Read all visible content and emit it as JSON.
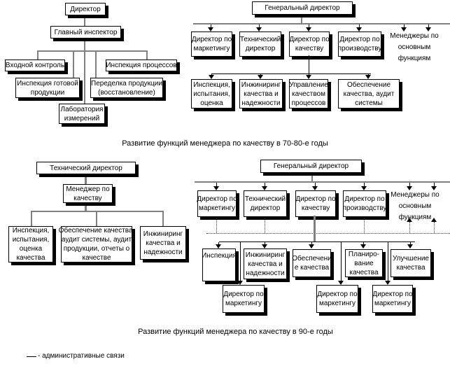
{
  "diagram": {
    "chart_7080_left": {
      "director": "Директор",
      "chief_inspector": "Главный инспектор",
      "incoming_control": "Входной контроль",
      "process_inspection": "Инспекция процессов",
      "finished_goods_inspection": "Инспекция готовой\nпродукции",
      "rework": "Переделка продукции\n(восстановление)",
      "measurement_lab": "Лаборатория\nизмерений"
    },
    "chart_7080_right": {
      "general_director": "Генеральный директор",
      "marketing_director": "Директор по\nмаркетингу",
      "technical_director": "Технический\nдиректор",
      "quality_director": "Директор по\nкачеству",
      "production_director": "Директор по\nпроизводству",
      "function_managers": "Менеджеры по\nосновным\nфункциям",
      "inspection_testing": "Инспекция,\nиспытания,\nоценка",
      "quality_engineering": "Инжиниринг\nкачества и\nнадежности",
      "process_quality_management": "Управление\nкачеством\nпроцессов",
      "quality_assurance_audit": "Обеспечение\nкачества, аудит\nсистемы"
    },
    "caption_7080": "Развитие функций менеджера по качеству в 70-80-е годы",
    "chart_90_left": {
      "technical_director": "Технический директор",
      "quality_manager": "Менеджер по\nкачеству",
      "inspection_testing": "Инспекция,\nиспытания,\nоценка\nкачества",
      "quality_assurance": "Обеспечение качества,\nаудит системы, аудит\nпродукции, отчеты о\nкачестве",
      "quality_engineering": "Инжиниринг\nкачества и\nнадежности"
    },
    "chart_90_right": {
      "general_director": "Генеральный директор",
      "marketing_director": "Директор по\nмаркетингу",
      "technical_director": "Технический\nдиректор",
      "quality_director": "Директор по\nкачеству",
      "production_director": "Директор по\nпроизводству",
      "function_managers": "Менеджеры по\nосновным\nфункциям",
      "inspection": "Инспекция",
      "quality_engineering": "Инжиниринг\nкачества и\nнадежности",
      "quality_assurance": "Обеспечени\nе качества",
      "quality_planning": "Планиро-\nвание\nкачества",
      "quality_improvement": "Улучшение\nкачества",
      "marketing_sub1": "Директор по\nмаркетингу",
      "marketing_sub2": "Директор по\nмаркетингу",
      "marketing_sub3": "Директор по\nмаркетингу"
    },
    "caption_90": "Развитие функций менеджера по качеству в 90-е годы",
    "legend_admin_links": "- административные связи"
  }
}
